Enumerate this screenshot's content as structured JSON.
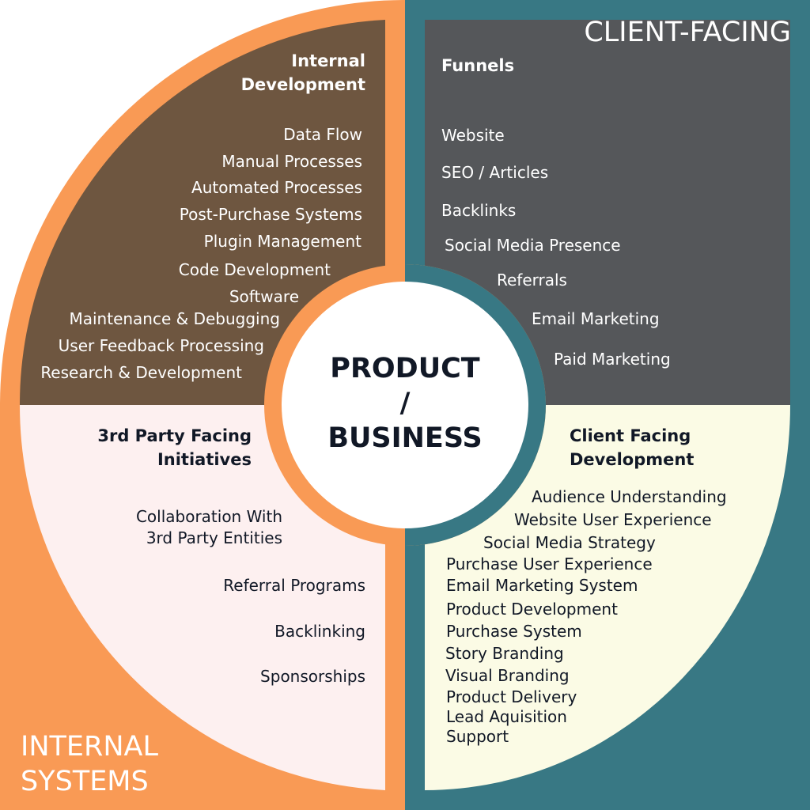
{
  "colors": {
    "orange": "#F99A55",
    "teal": "#387884",
    "brown": "#6E5640",
    "slate": "#55575A",
    "pink": "#FDF0F0",
    "cream": "#FBFBE5",
    "white": "#FFFFFF",
    "dark_text": "#111826"
  },
  "diagram": {
    "corner_left": [
      "INTERNAL",
      "SYSTEMS"
    ],
    "corner_right": "CLIENT-FACING",
    "center": [
      "PRODUCT",
      "/",
      "BUSINESS"
    ],
    "quadrants": {
      "internal_development": {
        "title": [
          "Internal",
          "Development"
        ],
        "items": [
          "Data Flow",
          "Manual Processes",
          "Automated Processes",
          "Post-Purchase Systems",
          "Plugin Management",
          "Code Development",
          "Software",
          "Maintenance & Debugging",
          "User Feedback Processing",
          "Research & Development"
        ]
      },
      "funnels": {
        "title": "Funnels",
        "items": [
          "Website",
          "SEO / Articles",
          "Backlinks",
          "Social Media Presence",
          "Referrals",
          "Email Marketing",
          "Paid Marketing"
        ]
      },
      "third_party": {
        "title": [
          "3rd Party Facing",
          "Initiatives"
        ],
        "items": [
          "Collaboration With",
          "3rd Party Entities",
          "Referral Programs",
          "Backlinking",
          "Sponsorships"
        ]
      },
      "client_development": {
        "title": [
          "Client Facing",
          "Development"
        ],
        "items": [
          "Audience Understanding",
          "Website User Experience",
          "Social Media Strategy",
          "Purchase User Experience",
          "Email Marketing System",
          "Product Development",
          "Purchase System",
          "Story Branding",
          "Visual Branding",
          "Product Delivery",
          "Lead Aquisition",
          "Support"
        ]
      }
    }
  }
}
